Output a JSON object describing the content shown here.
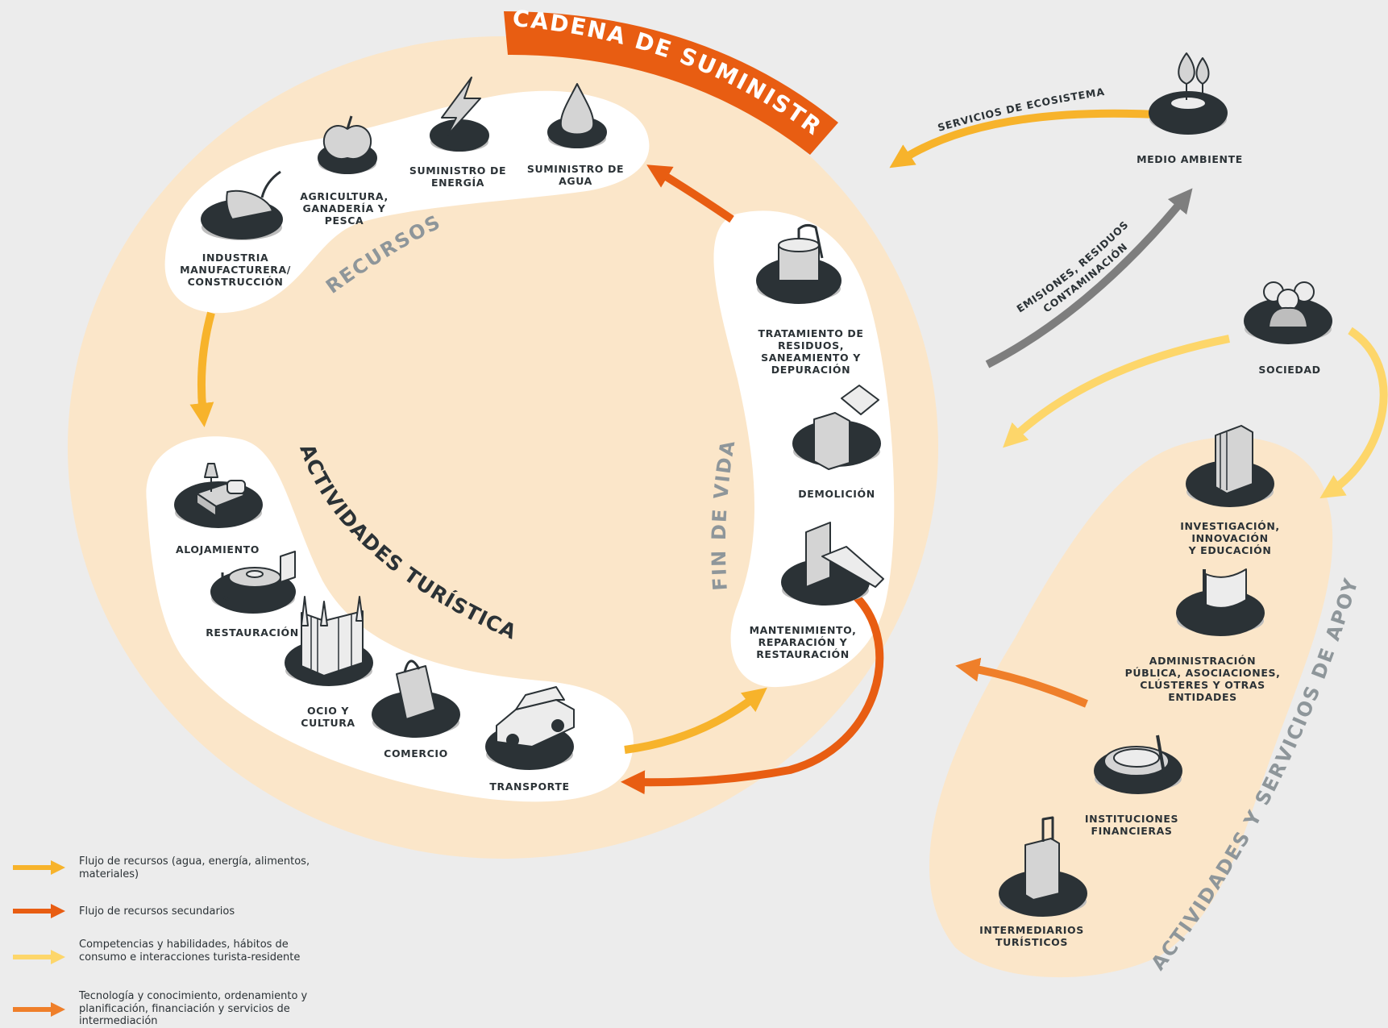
{
  "title": "CADENA DE SUMINISTRO",
  "zones": {
    "recursos": "RECURSOS",
    "actividades_turisticas": "ACTIVIDADES TURÍSTICAS",
    "fin_de_vida": "FIN DE VIDA",
    "apoyo": "ACTIVIDADES Y SERVICIOS DE APOYO"
  },
  "nodes": {
    "industria": "INDUSTRIA\nMANUFACTURERA/\nCONSTRUCCIÓN",
    "agricultura": "AGRICULTURA,\nGANADERÍA Y\nPESCA",
    "energia": "SUMINISTRO DE\nENERGÍA",
    "agua": "SUMINISTRO DE\nAGUA",
    "alojamiento": "ALOJAMIENTO",
    "restauracion": "RESTAURACIÓN",
    "ocio": "OCIO Y\nCULTURA",
    "comercio": "COMERCIO",
    "transporte": "TRANSPORTE",
    "residuos": "TRATAMIENTO DE\nRESIDUOS,\nSANEAMIENTO Y\nDEPURACIÓN",
    "demolicion": "DEMOLICIÓN",
    "mantenimiento": "MANTENIMIENTO,\nREPARACIÓN Y\nRESTAURACIÓN",
    "medio_ambiente": "MEDIO AMBIENTE",
    "sociedad": "SOCIEDAD",
    "investigacion": "INVESTIGACIÓN,\nINNOVACIÓN\nY EDUCACIÓN",
    "administracion": "ADMINISTRACIÓN\nPÚBLICA, ASOCIACIONES,\nCLÚSTERES Y OTRAS\nENTIDADES",
    "financieras": "INSTITUCIONES\nFINANCIERAS",
    "intermediarios": "INTERMEDIARIOS\nTURÍSTICOS"
  },
  "arrow_labels": {
    "servicios": "SERVICIOS DE ECOSISTEMA",
    "emisiones_1": "EMISIONES, RESIDUOS Y",
    "emisiones_2": "CONTAMINACIÓN"
  },
  "legend": [
    {
      "color": "#f7b32b",
      "text": "Flujo de recursos (agua, energía, alimentos,\nmateriales)"
    },
    {
      "color": "#e85d12",
      "text": "Flujo de recursos secundarios"
    },
    {
      "color": "#fdd66a",
      "text": "Competencias y habilidades, hábitos de\nconsumo e interacciones turista-residente"
    },
    {
      "color": "#ef7f2a",
      "text": "Tecnología y conocimiento, ordenamiento y\nplanificación, financiación y servicios de\nintermediación"
    }
  ],
  "colors": {
    "background": "#ececec",
    "cream": "#fbe6c9",
    "white": "#ffffff",
    "dark": "#2b3236",
    "icon_grey": "#d4d4d4",
    "zone_grey": "#8e969a",
    "title_orange": "#e85d12",
    "resource_flow": "#f7b32b",
    "secondary_flow": "#e85d12",
    "competencies_flow": "#fdd66a",
    "technology_flow": "#ef7f2a",
    "emissions_flow": "#7e7e7e"
  }
}
